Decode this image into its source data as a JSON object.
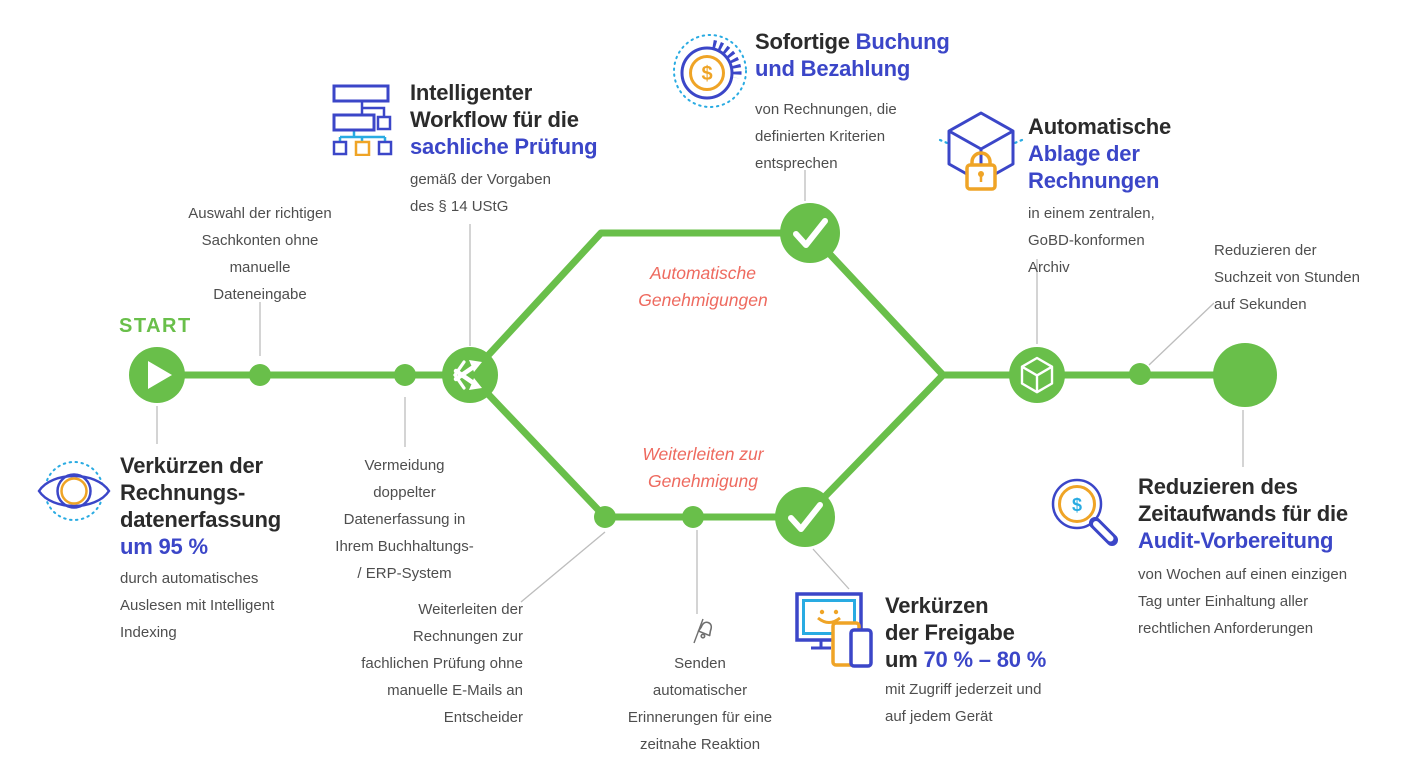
{
  "palette": {
    "green": "#69bf4a",
    "blue": "#3b46c8",
    "light_blue": "#29abe2",
    "orange": "#efa426",
    "coral": "#ee6a5f",
    "dark_text": "#2b2b2b",
    "gray_text": "#4e4e4e"
  },
  "start": {
    "label": "START"
  },
  "branches": {
    "top": "Automatische\nGenehmigungen",
    "bottom": "Weiterleiten zur\nGenehmigung"
  },
  "milestones": {
    "capture": {
      "icon": "eye-scan-icon",
      "title": "Verkürzen der\nRechnungs-\ndatenerfassung\n",
      "highlight": "um 95 %",
      "body": "durch automatisches\nAuslesen mit Intelligent\nIndexing"
    },
    "workflow": {
      "icon": "org-chart-icon",
      "title": "Intelligenter\nWorkflow für die\n",
      "highlight": "sachliche Prüfung",
      "body": "gemäß der Vorgaben\ndes § 14 UStG"
    },
    "booking": {
      "icon": "coin-dollar-icon",
      "title": "Sofortige ",
      "highlight": "Buchung\nund Bezahlung",
      "body": "von Rechnungen, die\ndefinierten Kriterien\nentsprechen"
    },
    "archive": {
      "icon": "secure-box-icon",
      "title": "Automatische\n",
      "highlight": "Ablage der\nRechnungen",
      "body": "in einem zentralen,\nGoBD-konformen\nArchiv"
    },
    "approval": {
      "icon": "devices-smile-icon",
      "title": "Verkürzen\nder Freigabe\num ",
      "highlight": "70 % – 80 %",
      "body": "mit Zugriff jederzeit und\nauf jedem Gerät"
    },
    "audit": {
      "icon": "magnifier-dollar-icon",
      "title": "Reduzieren des\nZeitaufwands für die\n",
      "highlight": "Audit-Vorbereitung",
      "body": "von Wochen auf einen einzigen\nTag unter Einhaltung aller\nrechtlichen Anforderungen"
    }
  },
  "notes": {
    "accounts": "Auswahl der richtigen\nSachkonten ohne\nmanuelle\nDateneingabe",
    "duplicates": "Vermeidung\ndoppelter\nDatenerfassung in\nIhrem Buchhaltungs-\n/ ERP-System",
    "forwarding": "Weiterleiten der\nRechnungen zur\nfachlichen Prüfung ohne\nmanuelle E-Mails an\nEntscheider",
    "reminders": "Senden\nautomatischer\nErinnerungen für eine\nzeitnahe Reaktion",
    "search_time": "Reduzieren der\nSuchzeit von Stunden\nauf Sekunden"
  },
  "glyphs": {
    "dollar": "$"
  }
}
